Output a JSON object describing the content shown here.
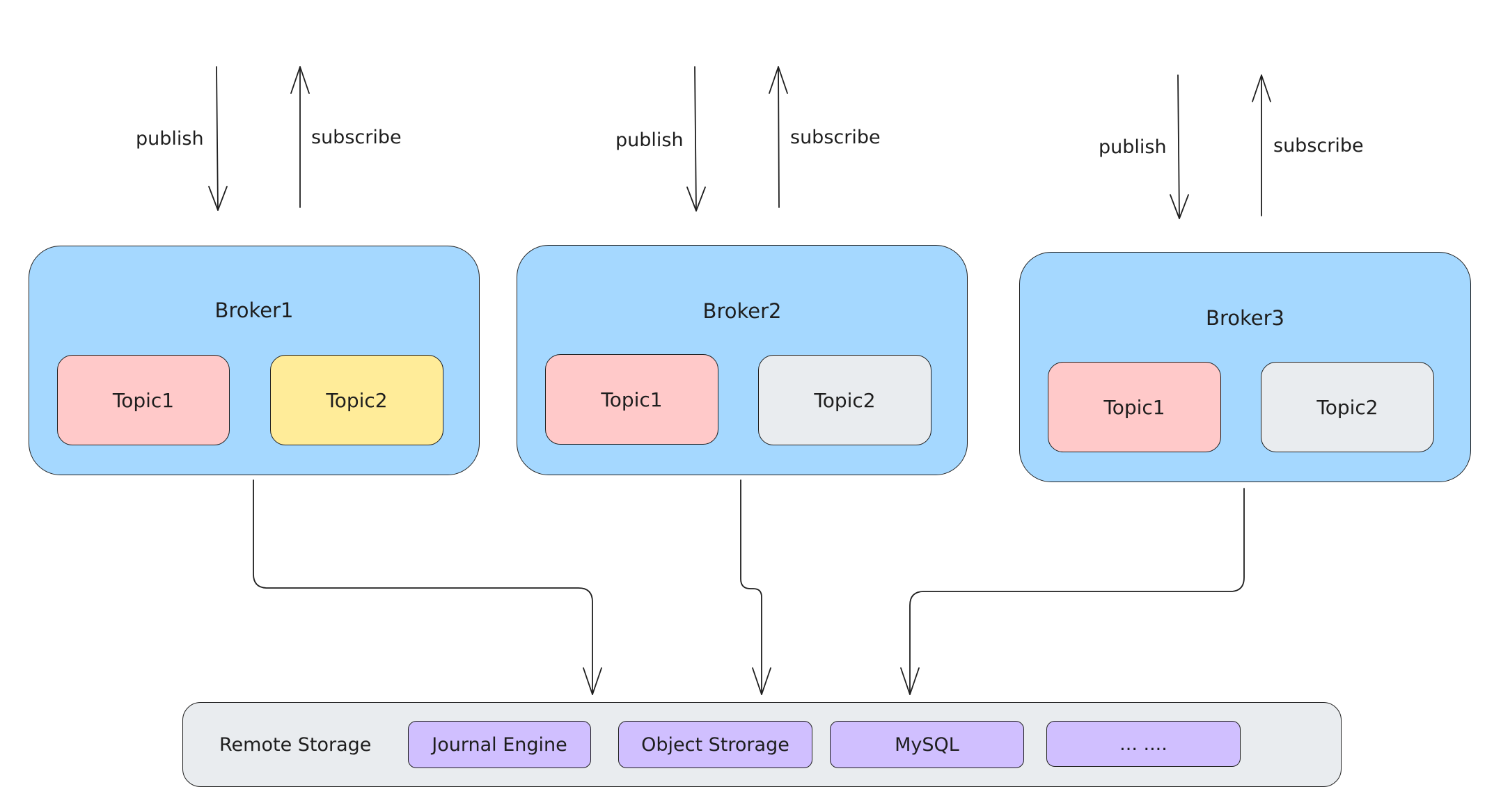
{
  "diagram": {
    "flow_labels": {
      "publish": "publish",
      "subscribe": "subscribe"
    },
    "brokers": [
      {
        "title": "Broker1",
        "topics": [
          {
            "label": "Topic1",
            "color": "#ffc9c9"
          },
          {
            "label": "Topic2",
            "color": "#ffec99"
          }
        ]
      },
      {
        "title": "Broker2",
        "topics": [
          {
            "label": "Topic1",
            "color": "#ffc9c9"
          },
          {
            "label": "Topic2",
            "color": "#e9ecef"
          }
        ]
      },
      {
        "title": "Broker3",
        "topics": [
          {
            "label": "Topic1",
            "color": "#ffc9c9"
          },
          {
            "label": "Topic2",
            "color": "#e9ecef"
          }
        ]
      }
    ],
    "remote_storage": {
      "title": "Remote Storage",
      "engines": [
        "Journal Engine",
        "Object Strorage",
        "MySQL",
        "... ...."
      ]
    },
    "colors": {
      "broker": "#a5d8ff",
      "storage": "#e9ecef",
      "engine": "#d0bfff",
      "stroke": "#1e1e1e"
    }
  }
}
